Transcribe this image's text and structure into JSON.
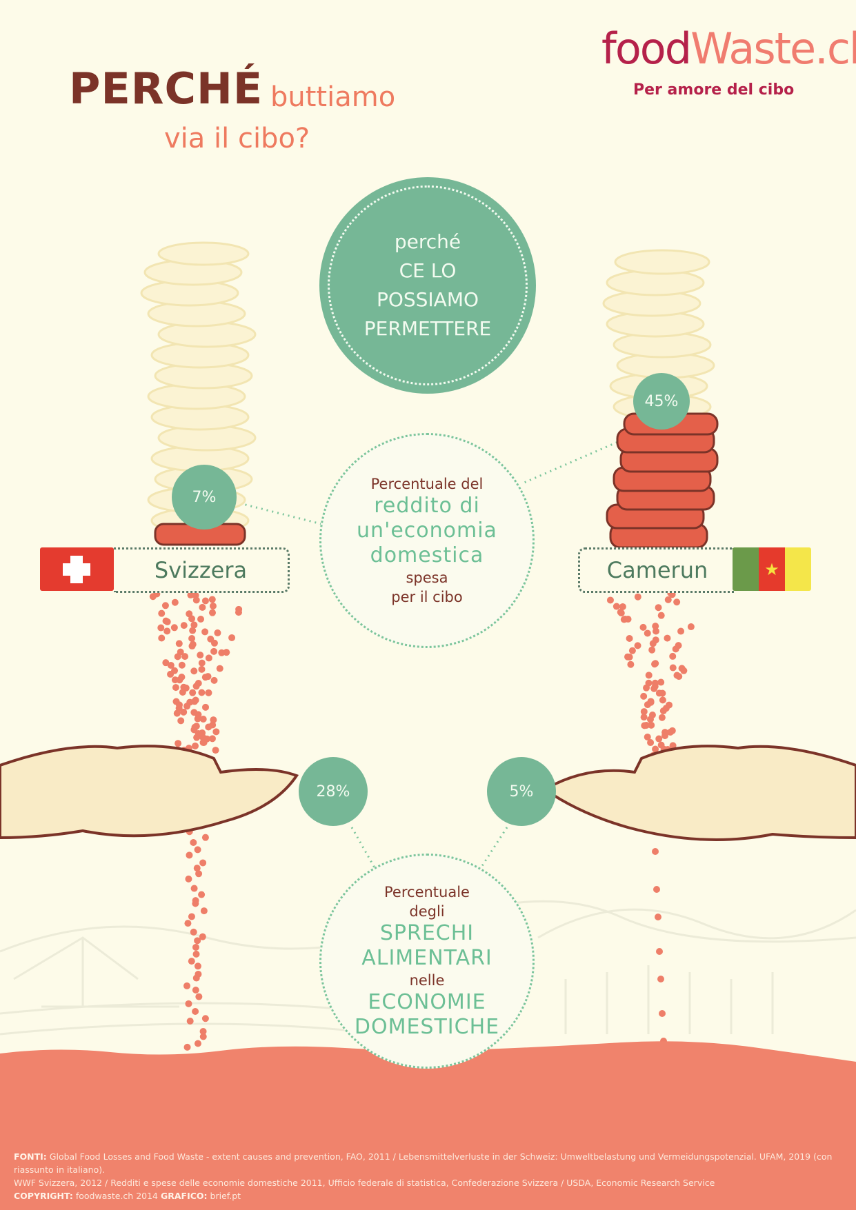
{
  "title": {
    "main": "PERCHÉ",
    "sub1": "buttiamo",
    "sub2": "via il cibo?"
  },
  "logo": {
    "part1": "food",
    "part2": "Waste.ch",
    "tagline": "Per amore del cibo"
  },
  "reason_circle": {
    "line1": "perché",
    "line2": "CE LO",
    "line3": "POSSIAMO",
    "line4": "PERMETTERE"
  },
  "income_circle": {
    "line1": "Percentuale del",
    "line2": "reddito di",
    "line3": "un'economia",
    "line4": "domestica",
    "line5": "spesa",
    "line6": "per il cibo"
  },
  "waste_circle": {
    "line1": "Percentuale",
    "line2": "degli",
    "line3": "SPRECHI",
    "line4": "ALIMENTARI",
    "line5": "nelle",
    "line6": "ECONOMIE",
    "line7": "DOMESTICHE"
  },
  "countries": {
    "switzerland": {
      "name": "Svizzera",
      "income_spent_on_food": "7%",
      "household_food_waste": "28%"
    },
    "cameroon": {
      "name": "Camerun",
      "income_spent_on_food": "45%",
      "household_food_waste": "5%"
    }
  },
  "footer": {
    "sources_label": "FONTI:",
    "sources_line1": "Global Food Losses and Food Waste - extent causes and prevention, FAO, 2011 / Lebensmittelverluste in der Schweiz: Umweltbelastung und Vermeidungspotenzial. UFAM, 2019 (con riassunto in italiano).",
    "sources_line2": "WWF Svizzera, 2012 / Redditi e spese delle economie domestiche 2011, Ufficio federale di statistica, Confederazione Svizzera / USDA, Economic Research Service",
    "copyright_label": "COPYRIGHT:",
    "copyright_value": "foodwaste.ch 2014",
    "graphic_label": "GRAFICO:",
    "graphic_value": "brief.pt"
  },
  "colors": {
    "background": "#fdfbe9",
    "teal": "#76b796",
    "salmon": "#f0836c",
    "brown": "#7b3328",
    "coin_red": "#e4604a"
  }
}
